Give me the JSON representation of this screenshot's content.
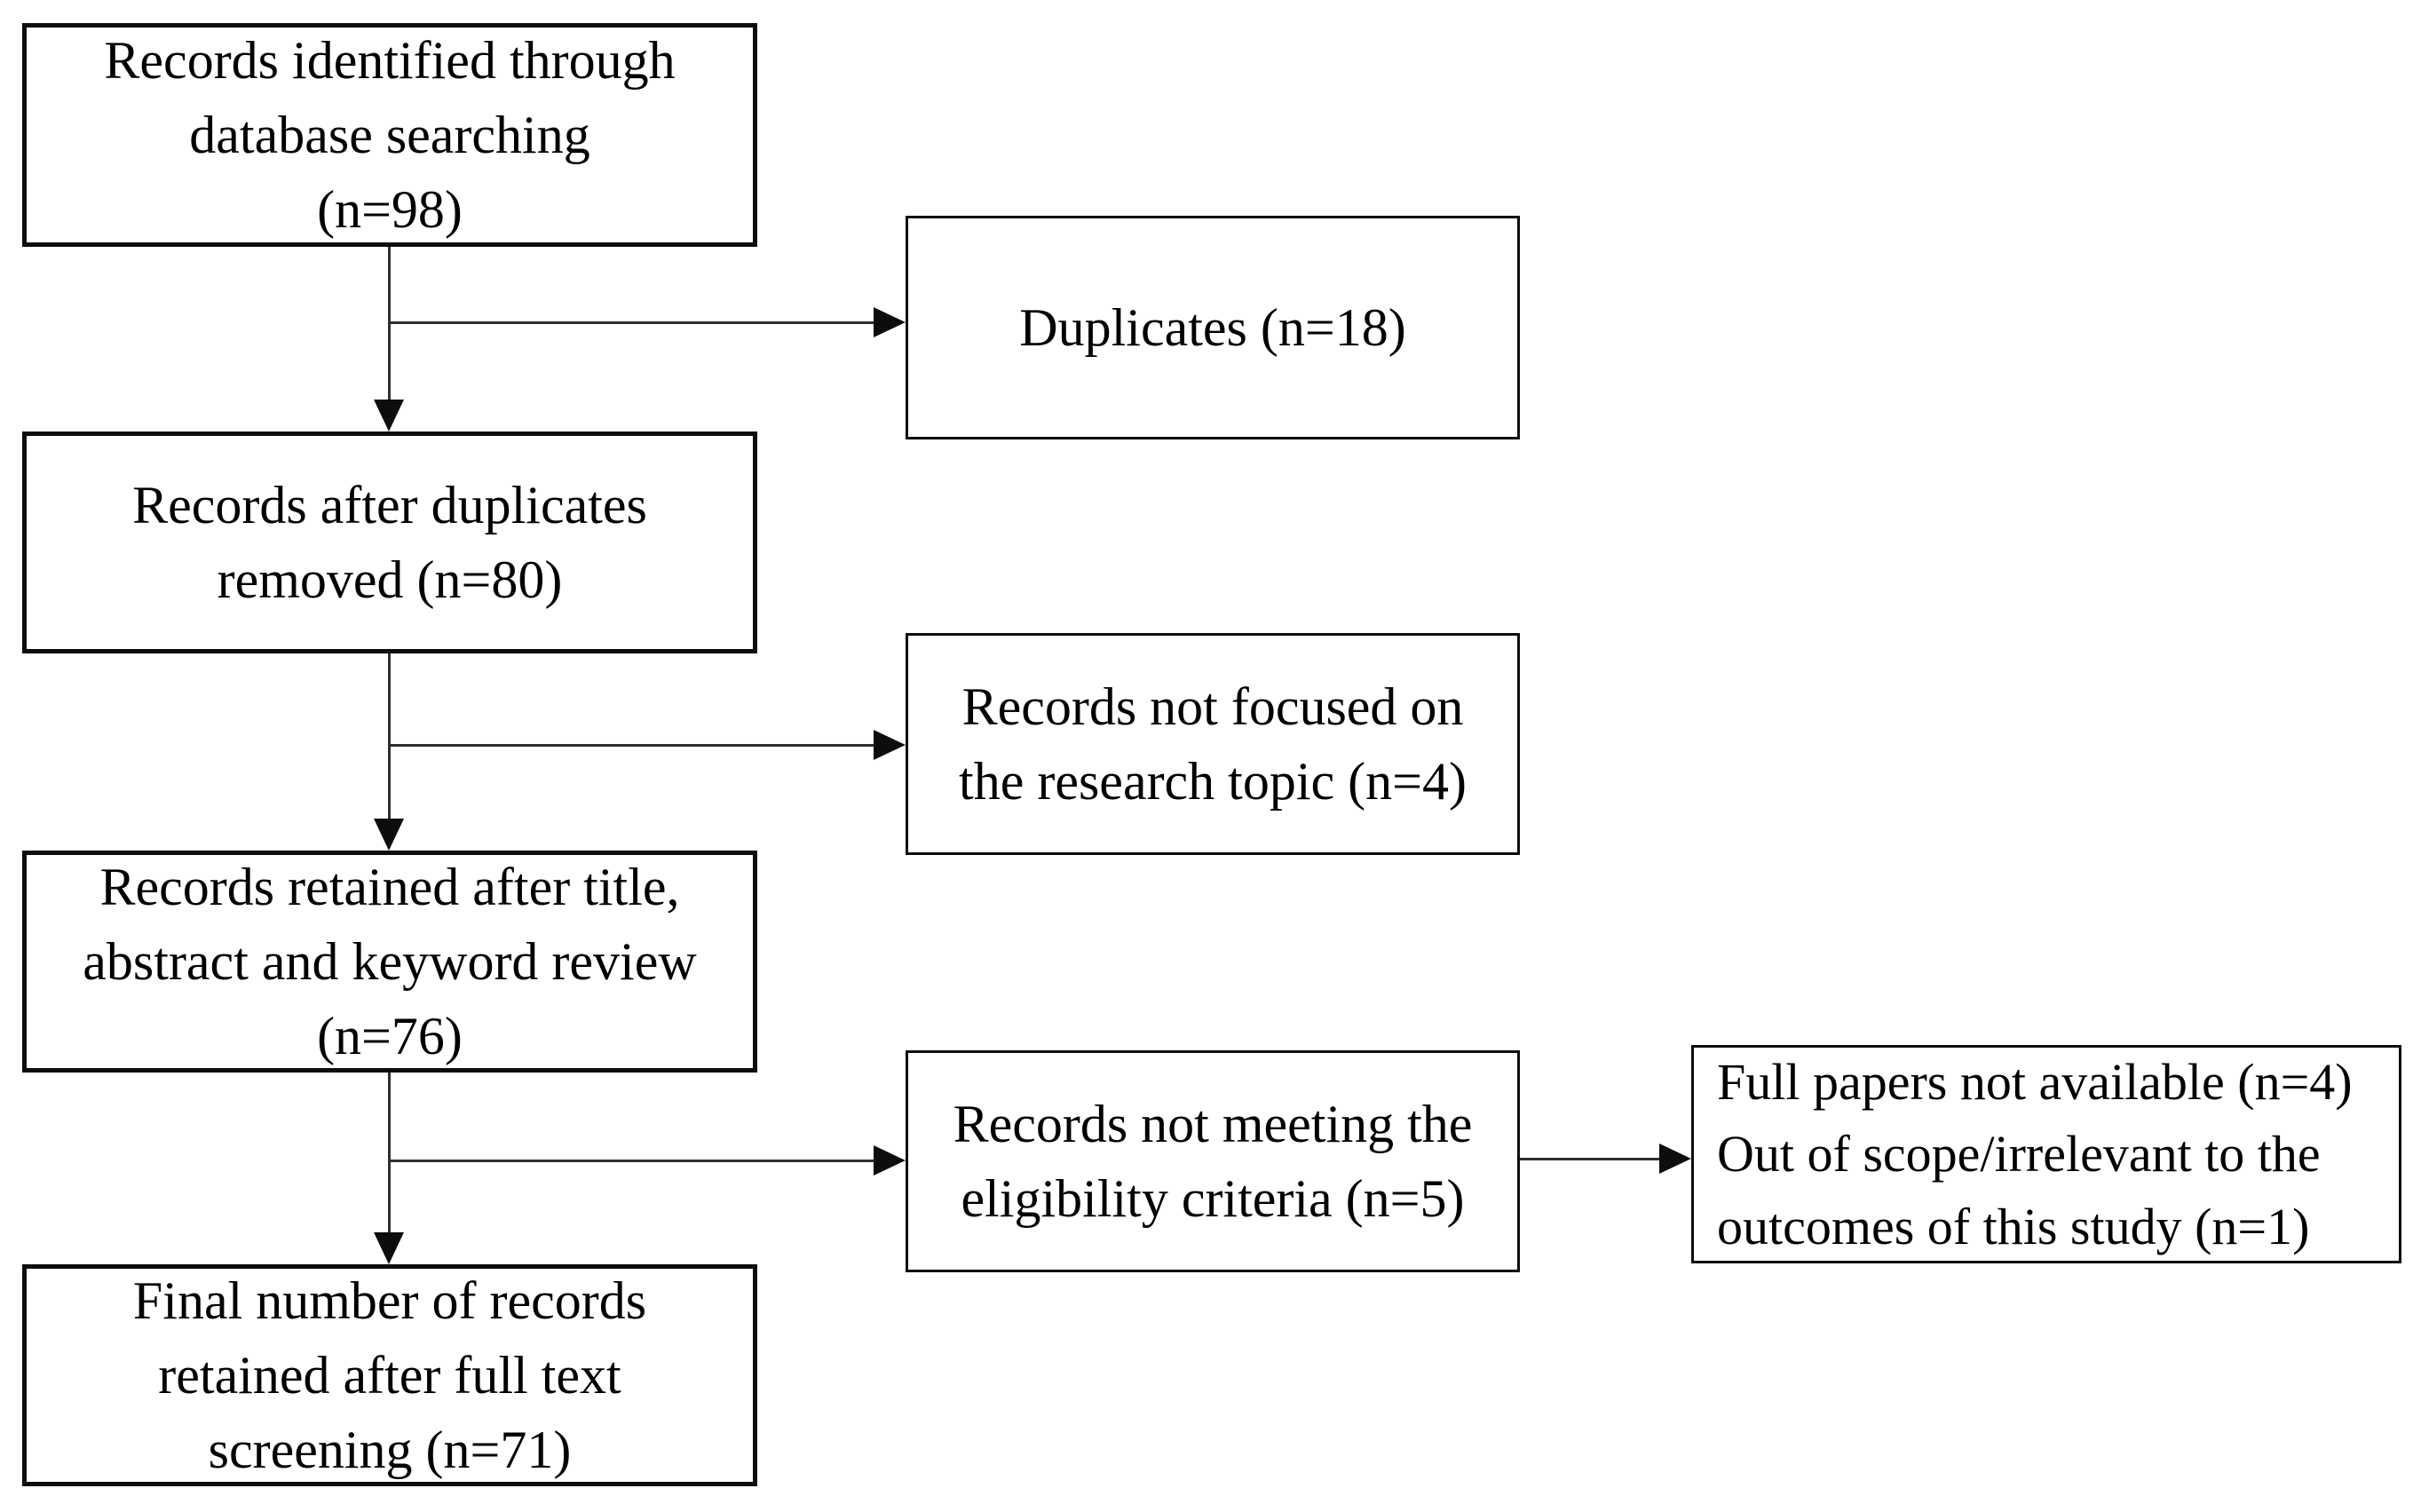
{
  "figure": {
    "background_color": "#ffffff",
    "box_border_color": "#0d0d0d",
    "text_color": "#000000",
    "connector_color": "#2e2e2e"
  },
  "nodes": {
    "records_identified": {
      "label": "Records identified through\ndatabase searching\n(n=98)",
      "n": 98
    },
    "duplicates": {
      "label": "Duplicates (n=18)",
      "n": 18
    },
    "records_after_duplicates": {
      "label": "Records after duplicates\nremoved (n=80)",
      "n": 80
    },
    "records_not_focused": {
      "label": "Records not focused on\nthe research topic (n=4)",
      "n": 4
    },
    "records_retained_review": {
      "label": "Records retained after title,\nabstract and keyword review\n(n=76)",
      "n": 76
    },
    "records_not_meeting": {
      "label": "Records not meeting the\neligibility criteria (n=5)",
      "n": 5
    },
    "exclusion_reasons": {
      "label": "Full papers not available (n=4)\nOut of scope/irrelevant to the\noutcomes of this study (n=1)",
      "n_full_papers_not_available": 4,
      "n_out_of_scope_irrelevant": 1
    },
    "final_records": {
      "label": "Final number of records\nretained after full text\nscreening (n=71)",
      "n": 71
    }
  },
  "edges": [
    {
      "from": "records_identified",
      "to": "duplicates"
    },
    {
      "from": "records_identified",
      "to": "records_after_duplicates"
    },
    {
      "from": "records_after_duplicates",
      "to": "records_not_focused"
    },
    {
      "from": "records_after_duplicates",
      "to": "records_retained_review"
    },
    {
      "from": "records_retained_review",
      "to": "records_not_meeting"
    },
    {
      "from": "records_retained_review",
      "to": "final_records"
    },
    {
      "from": "records_not_meeting",
      "to": "exclusion_reasons"
    }
  ]
}
